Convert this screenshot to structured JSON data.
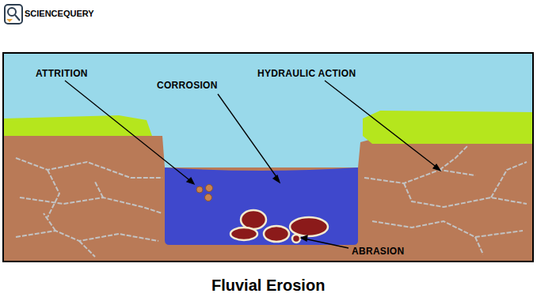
{
  "diagram": {
    "caption": "Fluvial Erosion",
    "labels": [
      "SCIENCEQUERY",
      "ATTRITION",
      "CORROSION",
      "HYDRAULIC ACTION",
      "ABRASION"
    ]
  }
}
